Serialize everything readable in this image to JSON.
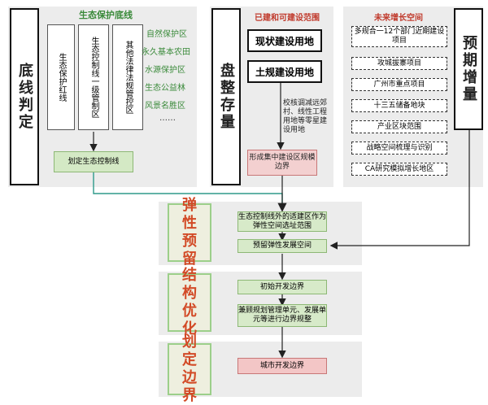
{
  "left_column": {
    "side_title": "底线判定",
    "header": "生态保护底线",
    "boxes": [
      "生态保护红线",
      "生态控制线一级管制区",
      "其他法律法规管控区"
    ],
    "tags": [
      "自然保护区",
      "永久基本农田",
      "水源保护区",
      "生态公益林",
      "风景名胜区",
      "……"
    ],
    "result": "划定生态控制线"
  },
  "middle_column": {
    "side_title": "盘整存量",
    "header": "已建和可建设范围",
    "box1": "现状建设用地",
    "box2": "土规建设用地",
    "note": "校核调减远郊村、线性工程用地等零星建设用地",
    "result": "形成集中建设区规模边界"
  },
  "right_column": {
    "side_title": "预期增量",
    "header": "未来增长空间",
    "items": [
      "多规合一12个部门近期建设项目",
      "攻城拔寨项目",
      "广州市重点项目",
      "十三五储备地块",
      "产业区块范围",
      "战略空间梳理与识别",
      "CA研究模拟增长地区"
    ]
  },
  "flow": {
    "stages": [
      {
        "title": "弹性预留",
        "boxes": [
          "生态控制线外的适建区作为弹性空间选址范围",
          "预留弹性发展空间"
        ]
      },
      {
        "title": "结构优化",
        "boxes": [
          "初始开发边界",
          "兼顾规划管理单元、发展单元等进行边界规整"
        ]
      },
      {
        "title": "划定边界",
        "boxes": [
          "城市开发边界"
        ]
      }
    ]
  },
  "colors": {
    "green": "#3a8a3a",
    "red": "#c0392b",
    "stage_fill": "#eeefdf",
    "stage_border": "#9ccf8a",
    "flow_fill": "#d7eac9",
    "end_fill": "#f3c6c6",
    "line_teal": "#2e9a8a"
  }
}
